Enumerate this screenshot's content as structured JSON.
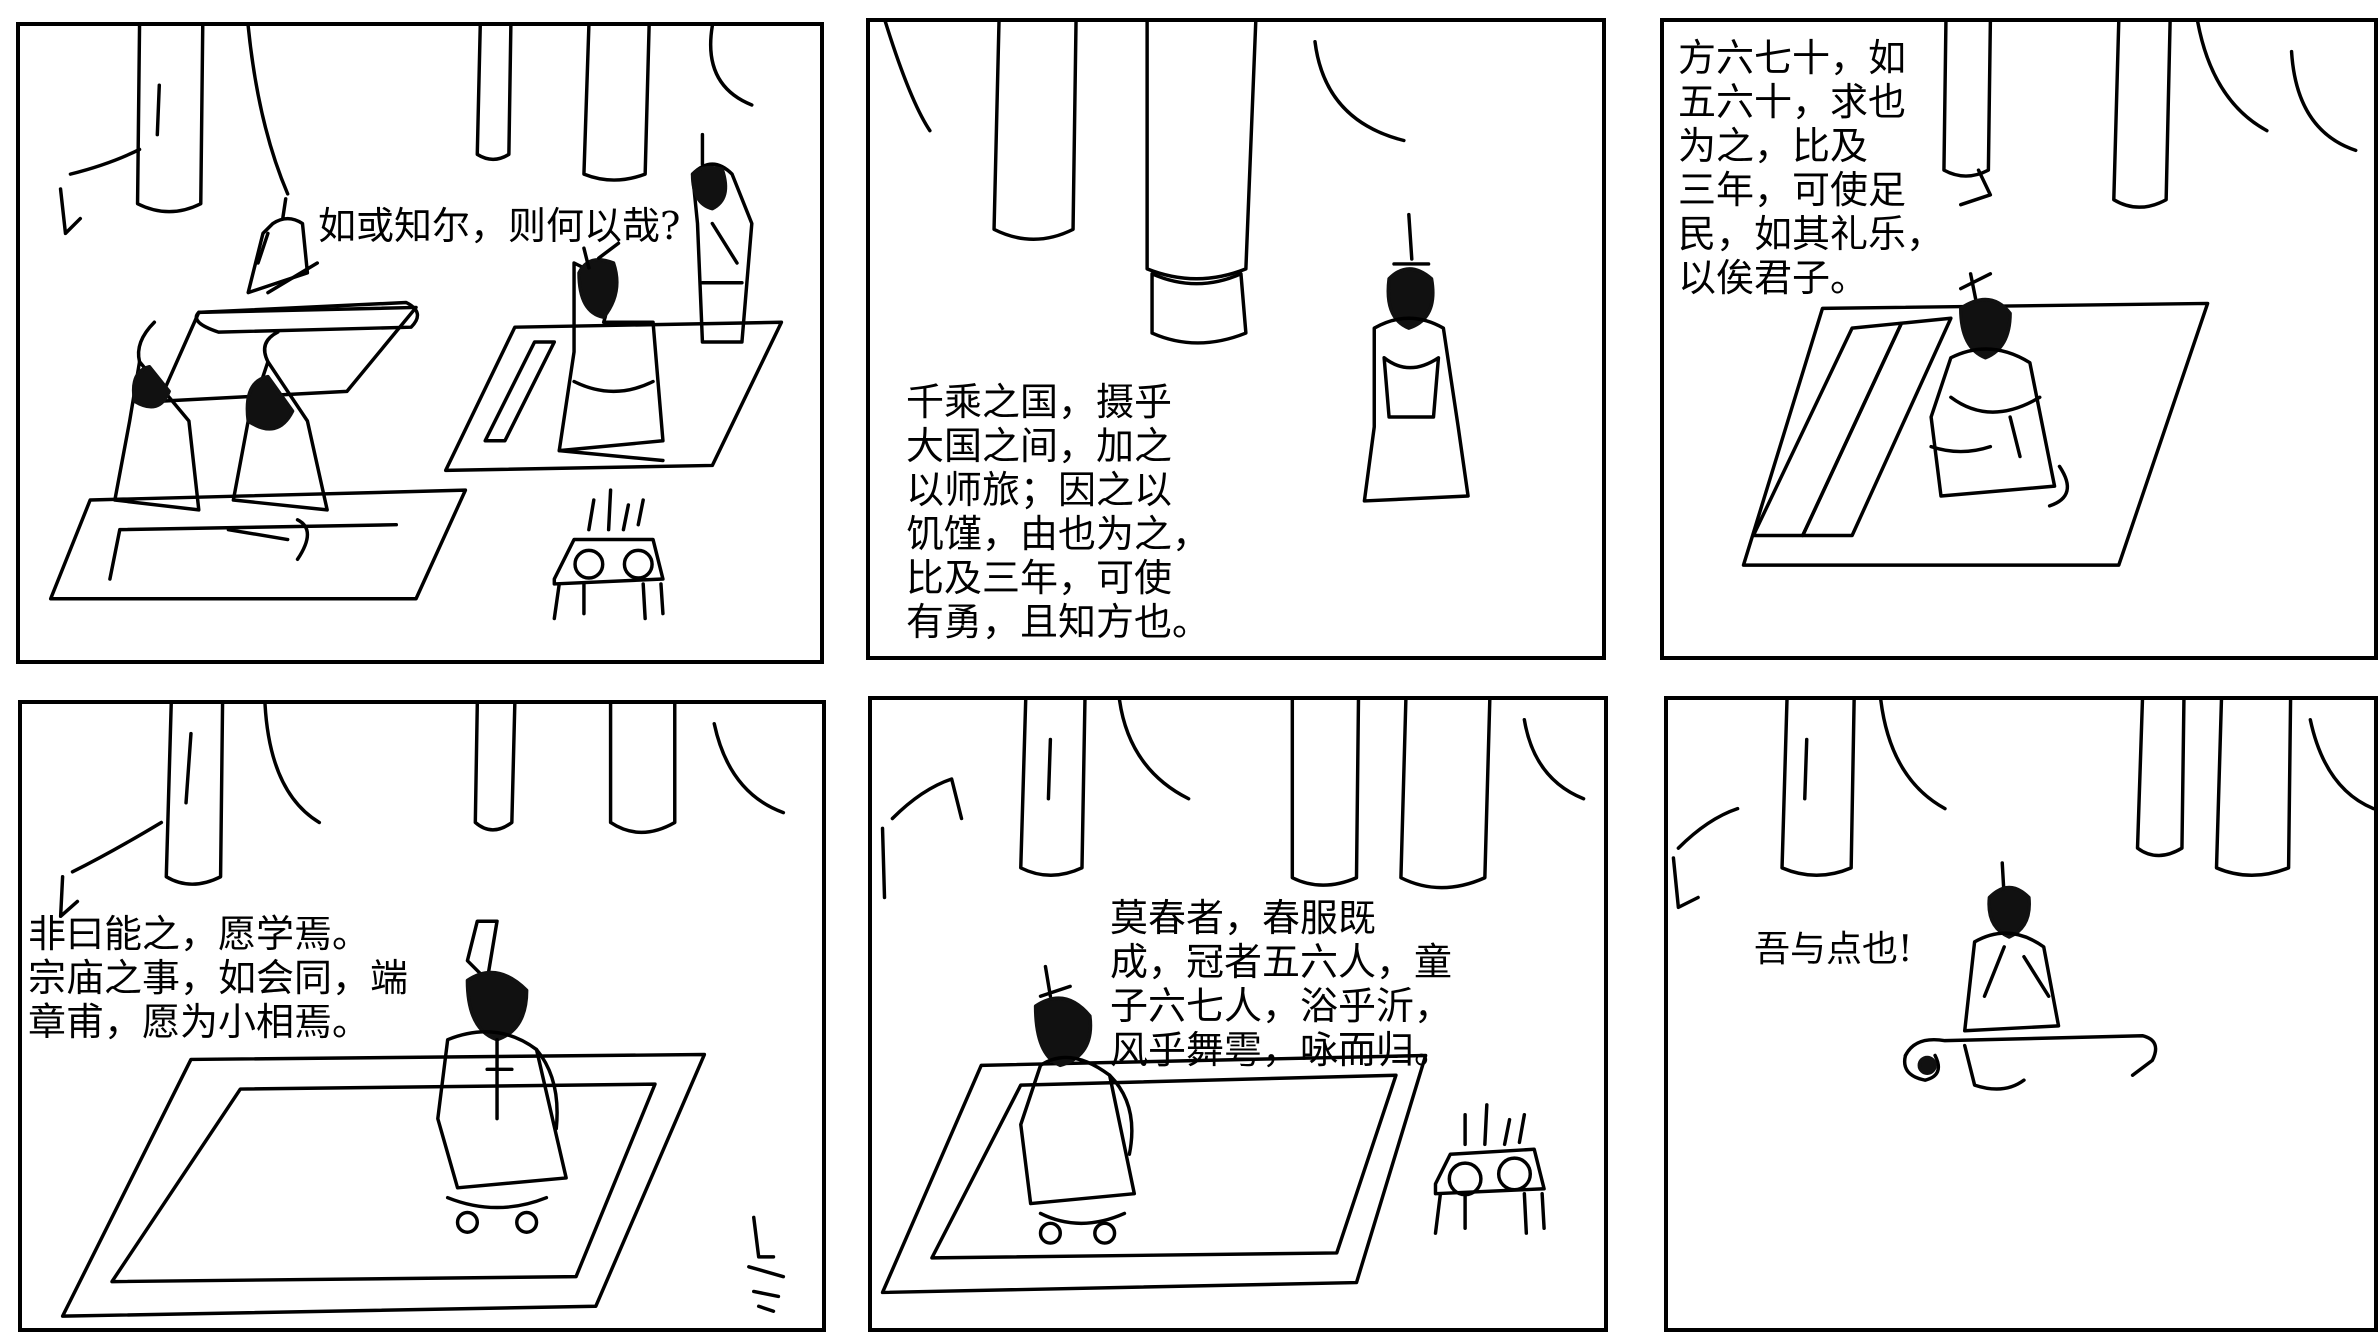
{
  "panels": [
    {
      "caption": "如或知尔，则何以哉?"
    },
    {
      "caption": "千乘之国，摄乎\n大国之间，加之\n以师旅；因之以\n饥馑，由也为之，\n比及三年，可使\n有勇，且知方也。"
    },
    {
      "caption": "方六七十，如\n五六十，求也\n为之，比及\n三年，可使足\n民，如其礼乐，\n以俟君子。"
    },
    {
      "caption": "非曰能之，愿学焉。\n宗庙之事，如会同，端\n章甫，愿为小相焉。"
    },
    {
      "caption": "莫春者，春服既\n成，冠者五六人，童\n子六七人，浴乎沂，\n风乎舞雩，咏而归。"
    },
    {
      "caption": "吾与点也!"
    }
  ]
}
